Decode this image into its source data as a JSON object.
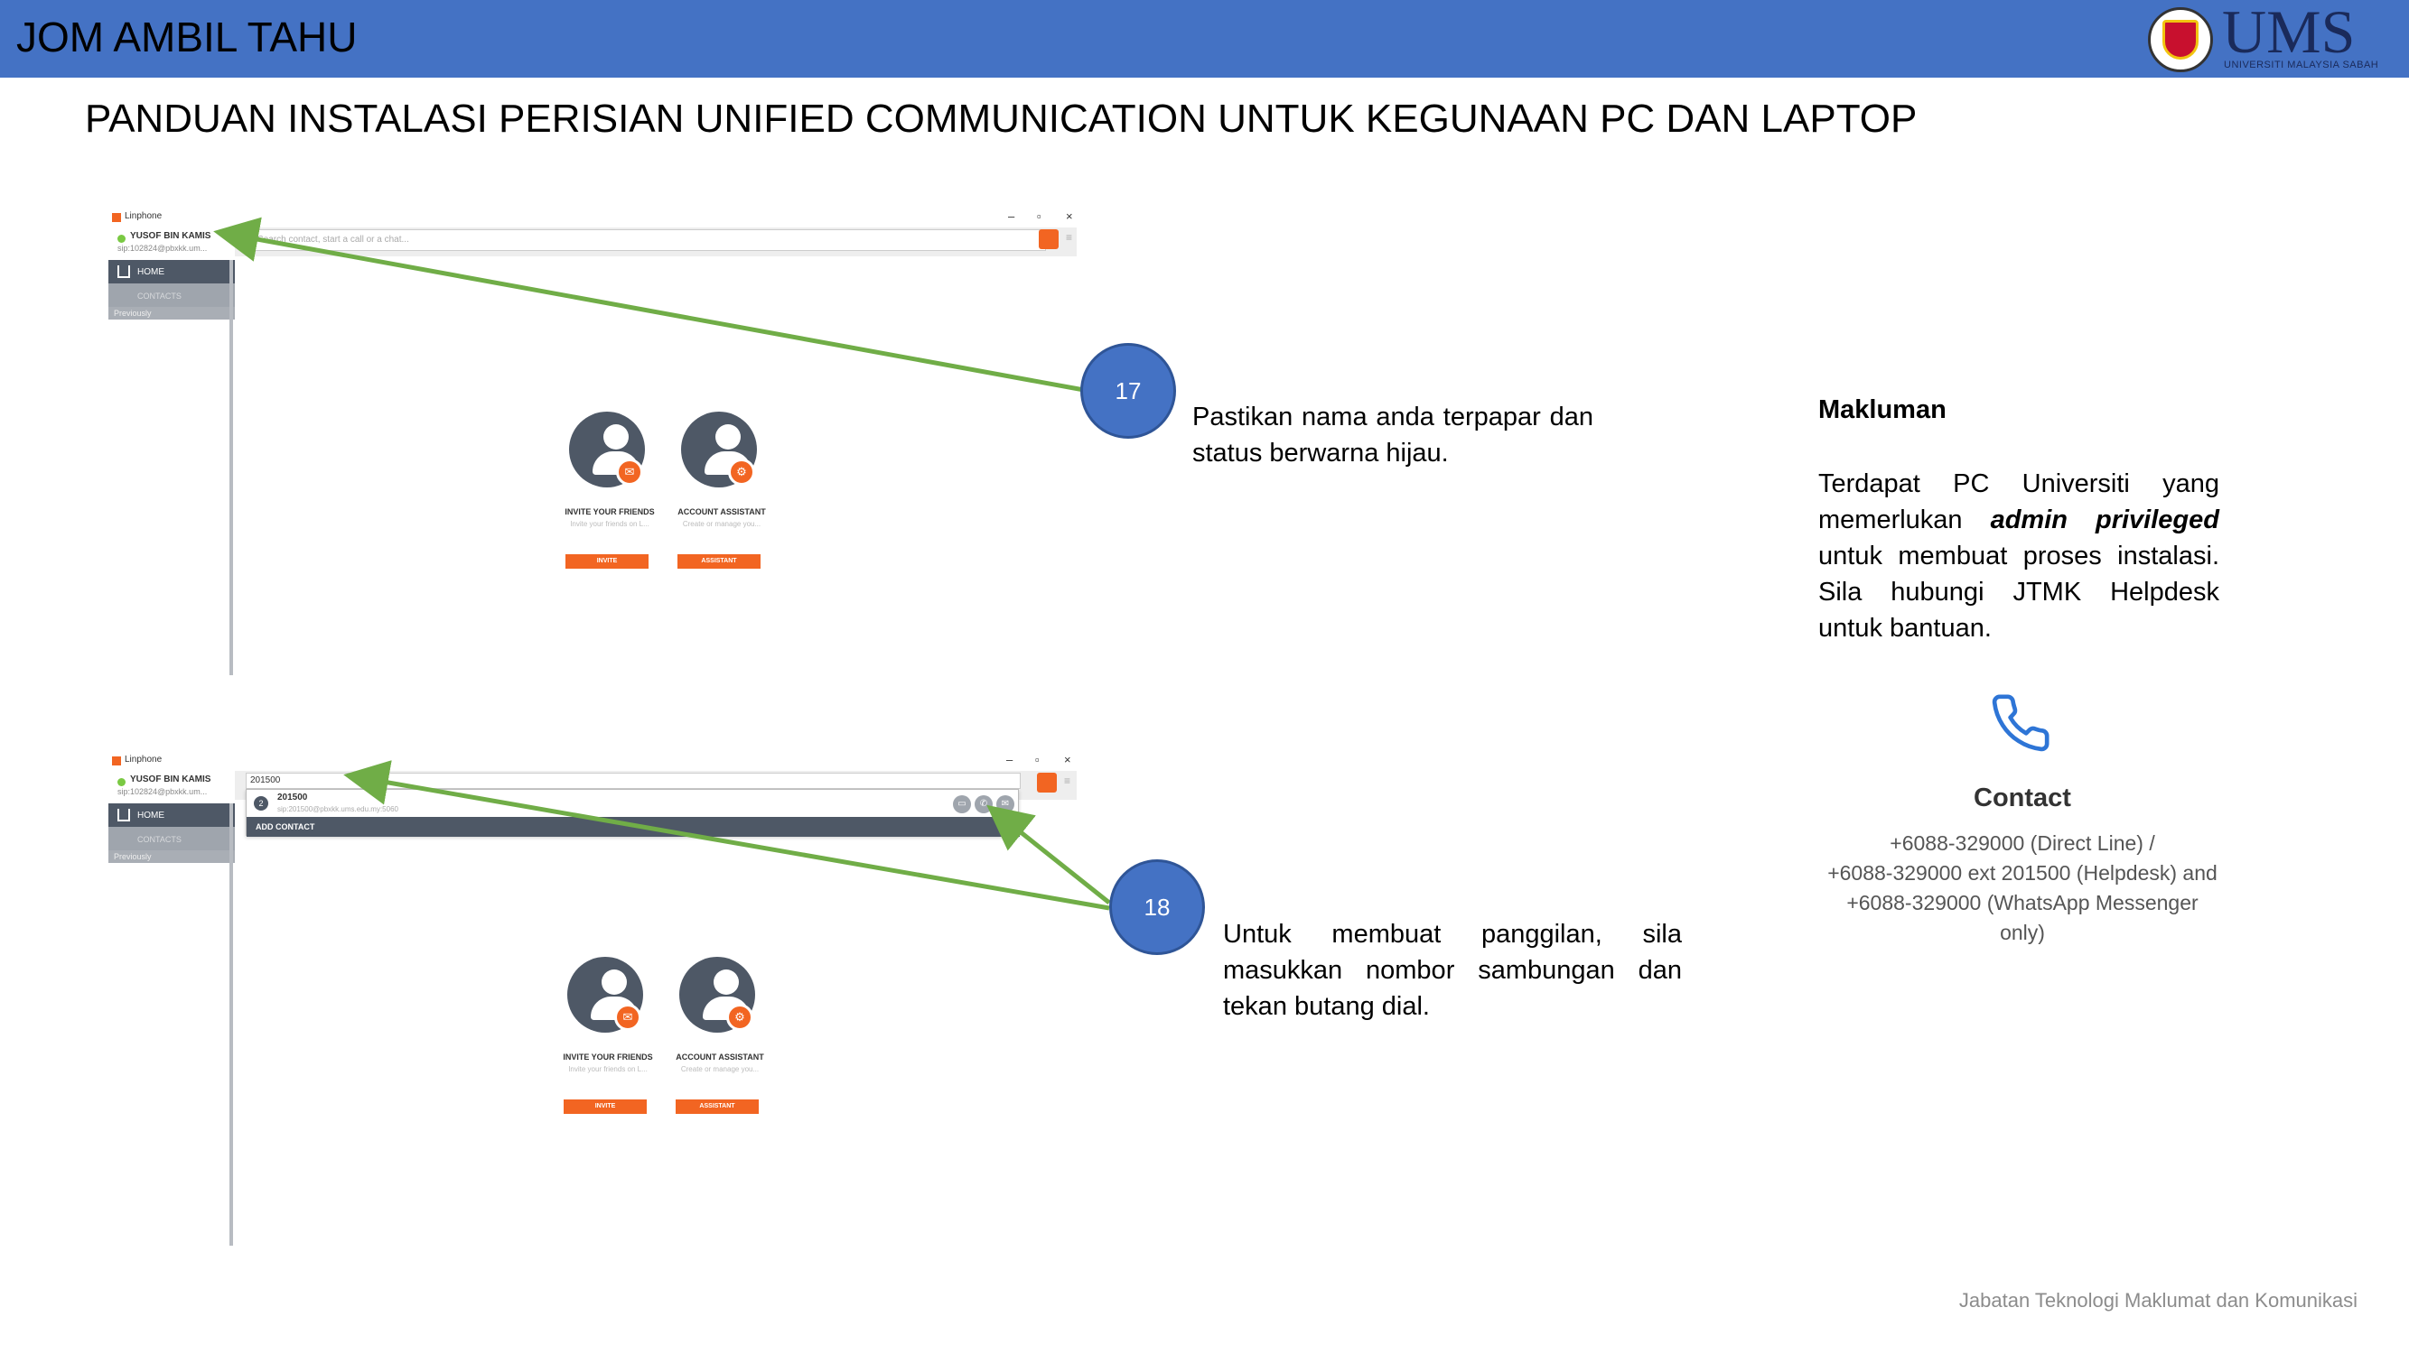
{
  "header": {
    "brand": "JOM AMBIL TAHU",
    "logo_text": "UMS",
    "logo_sub": "UNIVERSITI MALAYSIA SABAH",
    "page_title": "PANDUAN INSTALASI PERISIAN UNIFIED COMMUNICATION UNTUK KEGUNAAN PC DAN LAPTOP",
    "bar_color": "#4472c4"
  },
  "linphone": {
    "app_name": "Linphone",
    "user_name": "YUSOF BIN KAMIS",
    "sip_1": "sip:102824@pbxkk.um...",
    "sip_2": "sip:102824@pbxkk.um...",
    "search_placeholder": "Search contact, start a call or a chat...",
    "search_value": "201500",
    "nav": {
      "home": "HOME",
      "contacts": "CONTACTS",
      "previously": "Previously"
    },
    "cards": [
      {
        "title": "INVITE YOUR FRIENDS",
        "desc": "Invite your friends on L...",
        "button": "INVITE"
      },
      {
        "title": "ACCOUNT ASSISTANT",
        "desc": "Create or manage you...",
        "button": "ASSISTANT"
      }
    ],
    "dropdown": {
      "index": "2",
      "name": "201500",
      "sip": "sip:201500@pbxkk.ums.edu.my:5060",
      "add_contact": "ADD CONTACT"
    },
    "accent": "#f26522",
    "status_color": "#7ac943"
  },
  "steps": [
    {
      "number": "17",
      "text": "Pastikan nama anda terpapar dan status berwarna hijau."
    },
    {
      "number": "18",
      "text": "Untuk membuat panggilan, sila masukkan nombor sambungan dan tekan butang dial."
    }
  ],
  "info": {
    "heading": "Makluman",
    "body_pre": "Terdapat PC Universiti yang memerlukan ",
    "body_emph": "admin privileged",
    "body_post": " untuk membuat proses instalasi. Sila hubungi JTMK Helpdesk untuk bantuan."
  },
  "contact": {
    "icon": "phone-icon",
    "title": "Contact",
    "line1": "+6088-329000 (Direct Line) /",
    "line2": "+6088-329000 ext 201500 (Helpdesk) and",
    "line3": "+6088-329000 (WhatsApp Messenger",
    "line4": "only)"
  },
  "footer": "Jabatan Teknologi Maklumat dan Komunikasi",
  "arrow_color": "#70ad47"
}
